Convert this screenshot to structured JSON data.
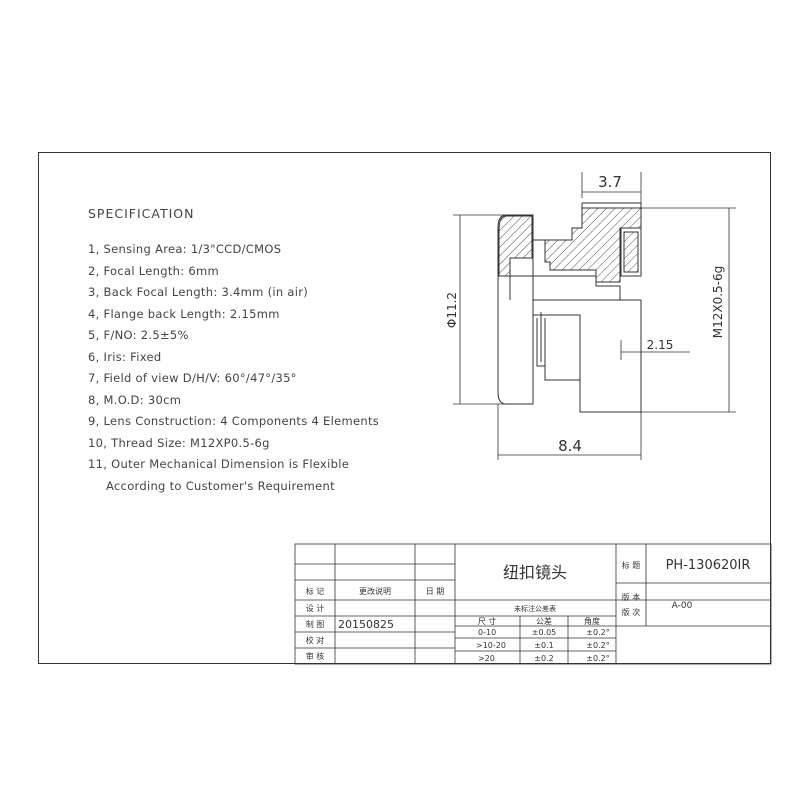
{
  "spec": {
    "title": "SPECIFICATION",
    "items": [
      "1, Sensing Area: 1/3\"CCD/CMOS",
      "2, Focal Length: 6mm",
      "3, Back Focal Length: 3.4mm (in air)",
      "4, Flange back Length: 2.15mm",
      "5, F/NO: 2.5±5%",
      "6, Iris: Fixed",
      "7, Field of view D/H/V: 60°/47°/35°",
      "8, M.O.D: 30cm",
      "9, Lens Construction: 4 Components 4 Elements",
      "10, Thread Size: M12XP0.5-6g",
      "11, Outer Mechanical Dimension is Flexible",
      "According to Customer's Requirement"
    ]
  },
  "dims": {
    "top": "3.7",
    "diameter": "Φ11.2",
    "thread": "M12X0.5-6g",
    "flange": "2.15",
    "length": "8.4"
  },
  "title_block": {
    "row_labels": [
      "标 记",
      "更改说明",
      "日 期"
    ],
    "name_labels": [
      "设 计",
      "制 图",
      "校 对",
      "审 核"
    ],
    "draw_date": "20150825",
    "product_name": "纽扣镜头",
    "label_code": "标 题",
    "code": "PH-130620IR",
    "label_version": "版 本",
    "label_edition": "版 次",
    "version": "A-00",
    "tolerance": {
      "title": "未标注公差表",
      "headers": [
        "尺 寸",
        "公差",
        "角度"
      ],
      "rows": [
        [
          "0-10",
          "±0.05",
          "±0.2°"
        ],
        [
          ">10-20",
          "±0.1",
          "±0.2°"
        ],
        [
          ">20",
          "±0.2",
          "±0.2°"
        ]
      ]
    }
  }
}
